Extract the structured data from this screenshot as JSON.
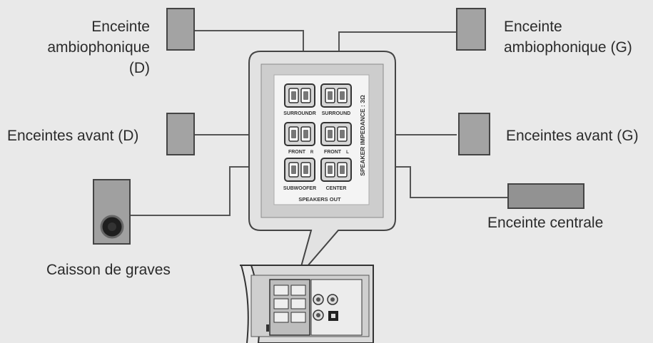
{
  "labels": {
    "surround_right": "Enceinte\nambiophonique (D)",
    "surround_left": "Enceinte\nambiophonique (G)",
    "front_right": "Enceintes avant (D)",
    "front_left": "Enceintes avant (G)",
    "subwoofer": "Caisson de graves",
    "center": "Enceinte centrale"
  },
  "panel": {
    "surround_r": "SURROUNDR",
    "surround_l": "SURROUND",
    "front_r": "FRONT",
    "front_r_mark": "R",
    "front_l": "FRONT",
    "front_l_mark": "L",
    "subwoofer": "SUBWOOFER",
    "center": "CENTER",
    "speakers_out": "SPEAKERS OUT",
    "impedance": "SPEAKER IMPEDANCE : 3Ω"
  },
  "colors": {
    "background": "#e9e9e9",
    "speaker_fill": "#a3a3a3",
    "wire": "#555555",
    "text": "#2b2b2b"
  }
}
